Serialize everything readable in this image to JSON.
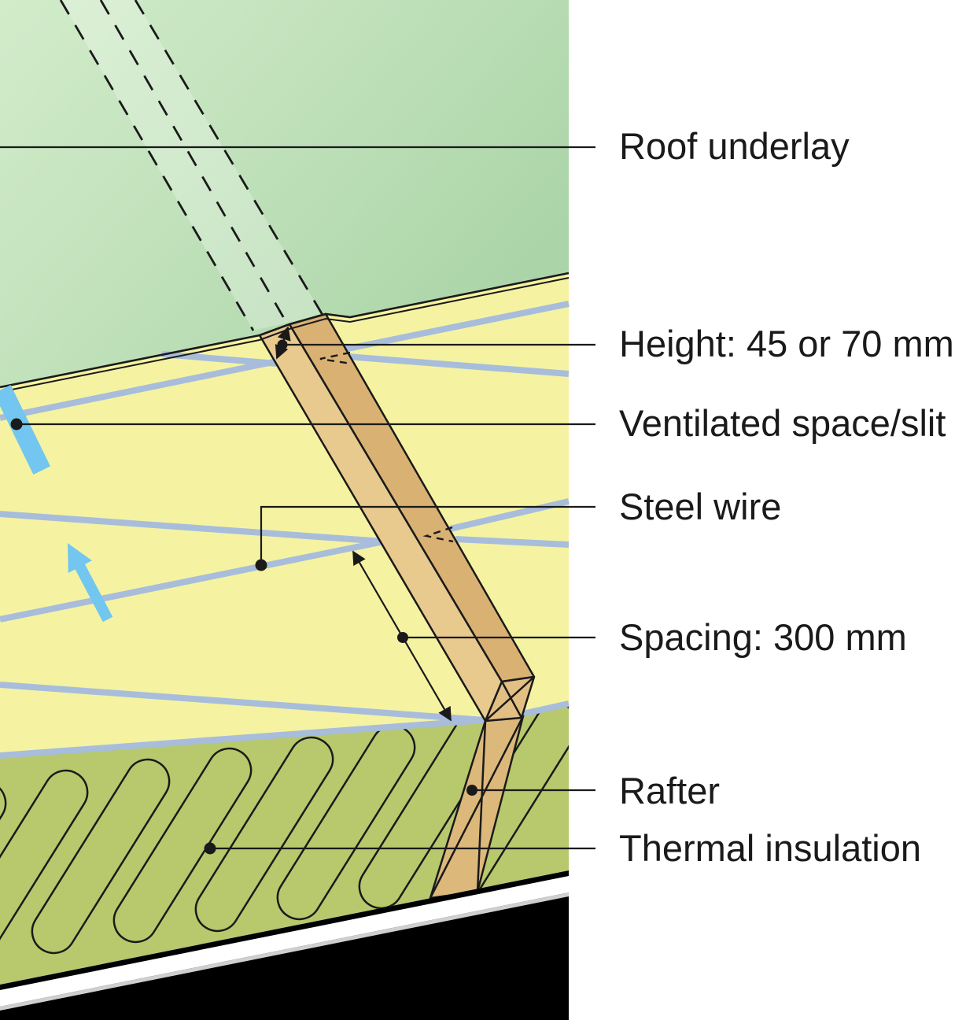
{
  "diagram": {
    "type": "roof-construction-detail",
    "labels": {
      "roof_underlay": "Roof underlay",
      "batten_height": "Height: 45 or 70 mm",
      "ventilated_space": "Ventilated space/slit",
      "steel_wire": "Steel wire",
      "wire_spacing": "Spacing: 300 mm",
      "rafter": "Rafter",
      "thermal_insulation": "Thermal insulation"
    },
    "dimensions": {
      "counter_batten_height_mm": "45 or 70",
      "steel_wire_spacing_mm": "300"
    }
  },
  "colors": {
    "underlay_green_light": "#d2ecca",
    "underlay_green_mid": "#c2e2bc",
    "underlay_green_dark": "#abd4a8",
    "membrane_yellow": "#f5f3a1",
    "insulation_olive": "#b7c86d",
    "wood_top": "#e8c98e",
    "wood_side": "#d9b173",
    "wood_end": "#e2bf83",
    "wood_rafter": "#dcb87a",
    "wire_blue": "#a8bddb",
    "airflow_blue": "#72c6ef",
    "deck_white": "#ffffff",
    "deck_gray": "#cfcfcf",
    "deck_black": "#000000",
    "line_black": "#1a1a1a"
  }
}
